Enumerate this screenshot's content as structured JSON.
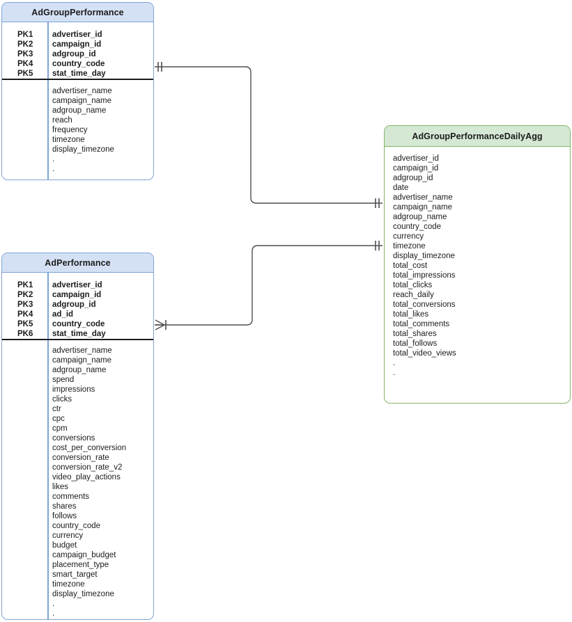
{
  "diagram": {
    "type": "entity-relationship-diagram",
    "background": "#ffffff",
    "entity_fill": "#ffffff",
    "blue_header_color": "#d4e1f5",
    "blue_border_color": "#7ea2d4",
    "green_header_color": "#d5e8d4",
    "green_border_color": "#82b366",
    "connector_color": "#4d4d4d"
  },
  "entities": {
    "adgroup_performance": {
      "title": "AdGroupPerformance",
      "primary_keys": [
        {
          "key": "PK1",
          "name": "advertiser_id"
        },
        {
          "key": "PK2",
          "name": "campaign_id"
        },
        {
          "key": "PK3",
          "name": "adgroup_id"
        },
        {
          "key": "PK4",
          "name": "country_code"
        },
        {
          "key": "PK5",
          "name": "stat_time_day"
        }
      ],
      "attributes": [
        "advertiser_name",
        "campaign_name",
        "adgroup_name",
        "reach",
        "frequency",
        "timezone",
        "display_timezone",
        ".",
        "."
      ]
    },
    "ad_performance": {
      "title": "AdPerformance",
      "primary_keys": [
        {
          "key": "PK1",
          "name": "advertiser_id"
        },
        {
          "key": "PK2",
          "name": "campaign_id"
        },
        {
          "key": "PK3",
          "name": "adgroup_id"
        },
        {
          "key": "PK4",
          "name": "ad_id"
        },
        {
          "key": "PK5",
          "name": "country_code"
        },
        {
          "key": "PK6",
          "name": "stat_time_day"
        }
      ],
      "attributes": [
        "advertiser_name",
        "campaign_name",
        "adgroup_name",
        "spend",
        "impressions",
        "clicks",
        "ctr",
        "cpc",
        "cpm",
        "conversions",
        "cost_per_conversion",
        "conversion_rate",
        "conversion_rate_v2",
        "video_play_actions",
        "likes",
        "comments",
        "shares",
        "follows",
        "country_code",
        "currency",
        "budget",
        "campaign_budget",
        "placement_type",
        "smart_target",
        "timezone",
        "display_timezone",
        ".",
        "."
      ]
    },
    "adgroup_performance_daily_agg": {
      "title": "AdGroupPerformanceDailyAgg",
      "attributes": [
        "advertiser_id",
        "campaign_id",
        "adgroup_id",
        "date",
        "advertiser_name",
        "campaign_name",
        "adgroup_name",
        "country_code",
        "currency",
        "timezone",
        "display_timezone",
        "total_cost",
        "total_impressions",
        "total_clicks",
        "reach_daily",
        "total_conversions",
        "total_likes",
        "total_comments",
        "total_shares",
        "total_follows",
        "total_video_views",
        ".",
        "."
      ]
    }
  },
  "relationships": [
    {
      "id": "adgroup-to-agg",
      "from": "AdGroupPerformance",
      "to": "AdGroupPerformanceDailyAgg",
      "from_cardinality": "one-and-only-one",
      "to_cardinality": "one-and-only-one"
    },
    {
      "id": "ad-to-agg",
      "from": "AdPerformance",
      "to": "AdGroupPerformanceDailyAgg",
      "from_cardinality": "many",
      "to_cardinality": "one-and-only-one"
    }
  ]
}
